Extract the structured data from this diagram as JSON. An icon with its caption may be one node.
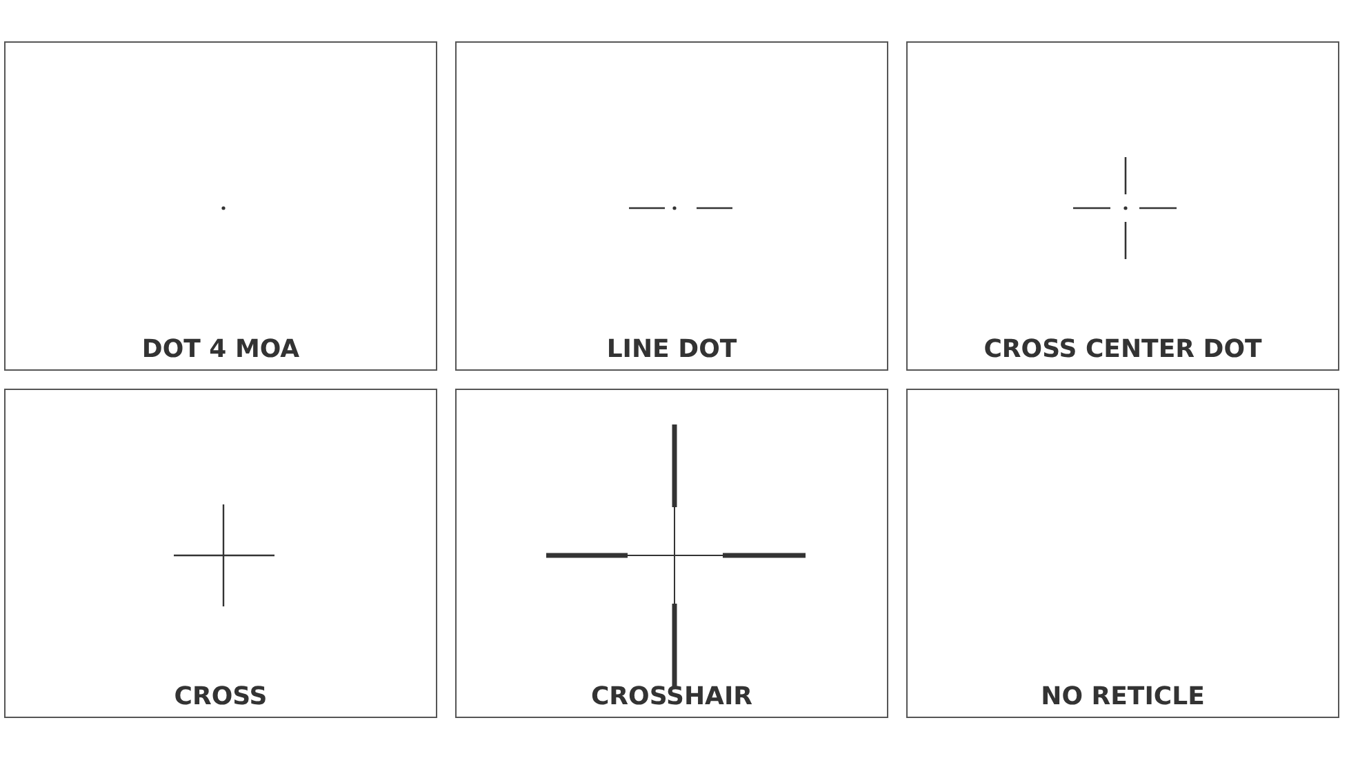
{
  "diagram": {
    "nodes": [
      {
        "text": [
          "DOT 4 MOA"
        ]
      },
      {
        "text": [
          "LINE DOT"
        ]
      },
      {
        "text": [
          "CROSS CENTER DOT"
        ]
      },
      {
        "text": [
          "CROSS"
        ]
      },
      {
        "text": [
          "CROSSHAIR"
        ]
      },
      {
        "text": [
          "NO RETICLE"
        ]
      }
    ]
  }
}
